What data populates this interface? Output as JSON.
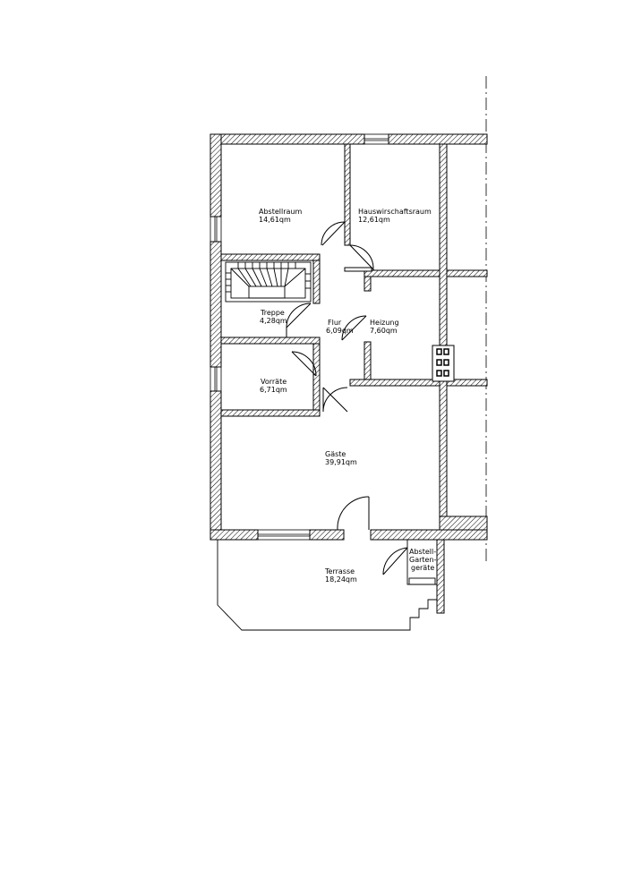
{
  "rooms": [
    {
      "id": "abstellraum",
      "name": "Abstellraum",
      "area": "14,61qm"
    },
    {
      "id": "hauswirtschaftsraum",
      "name": "Hauswirschaftsraum",
      "area": "12,61qm"
    },
    {
      "id": "treppe",
      "name": "Treppe",
      "area": "4,28qm"
    },
    {
      "id": "flur",
      "name": "Flur",
      "area": "6,09qm"
    },
    {
      "id": "heizung",
      "name": "Heizung",
      "area": "7,60qm"
    },
    {
      "id": "vorraete",
      "name": "Vorräte",
      "area": "6,71qm"
    },
    {
      "id": "gaeste",
      "name": "Gäste",
      "area": "39,91qm"
    },
    {
      "id": "terrasse",
      "name": "Terrasse",
      "area": "18,24qm"
    },
    {
      "id": "abstell-garten",
      "name": "Abstell-",
      "line2": "Garten-",
      "line3": "geräte"
    }
  ]
}
